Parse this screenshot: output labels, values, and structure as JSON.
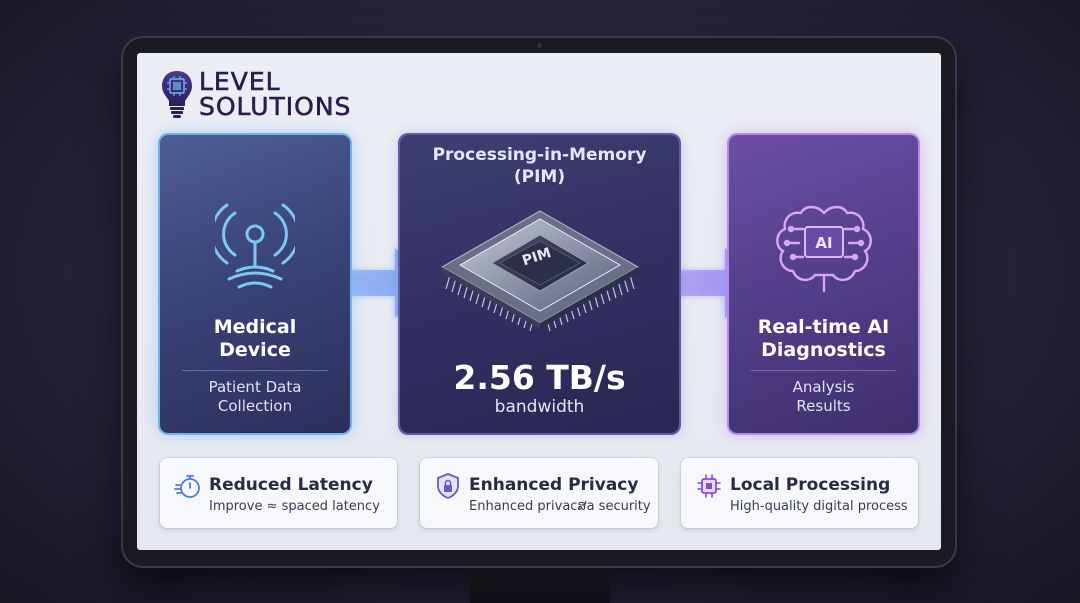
{
  "logo": {
    "line1": "LEVEL",
    "line2": "SOLUTIONS"
  },
  "panels": {
    "medical": {
      "title_line1": "Medical",
      "title_line2": "Device",
      "sub_line1": "Patient Data",
      "sub_line2": "Collection",
      "icon": "wireless-signal-icon"
    },
    "pim": {
      "title_line1": "Processing-in-Memory",
      "title_line2": "(PIM)",
      "chip_label": "PIM",
      "bandwidth": "2.56 TB/s",
      "bandwidth_unit": "bandwidth",
      "icon": "pim-chip-icon"
    },
    "ai": {
      "title_line1": "Real-time AI",
      "title_line2": "Diagnostics",
      "sub_line1": "Analysis",
      "sub_line2": "Results",
      "icon_label": "AI",
      "icon": "ai-brain-icon"
    }
  },
  "features": [
    {
      "title": "Reduced Latency",
      "desc": "Improve ≈ spaced latency",
      "icon": "stopwatch-icon"
    },
    {
      "title": "Enhanced Privacy",
      "desc": "Enhanced privacສa security",
      "icon": "shield-lock-icon"
    },
    {
      "title": "Local Processing",
      "desc": "High-quality digital process",
      "icon": "cpu-icon"
    }
  ],
  "colors": {
    "accent_blue": "#6fb4e8",
    "accent_purple": "#b88ae8",
    "text_dark": "#2a1f4c"
  }
}
